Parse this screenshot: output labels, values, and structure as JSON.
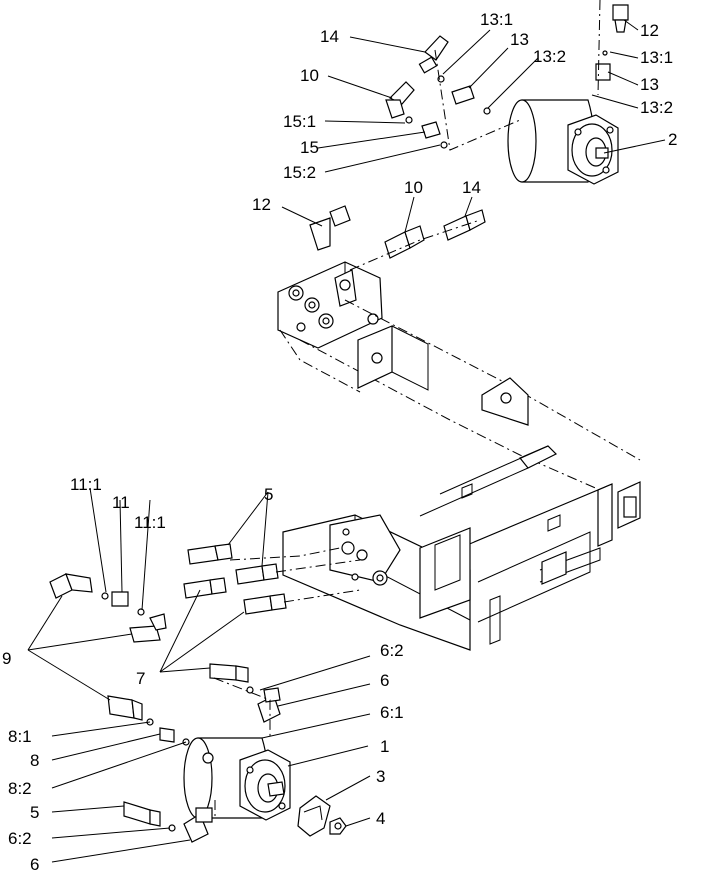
{
  "callouts": {
    "c14_top": "14",
    "c13_1_top": "13:1",
    "c13_top": "13",
    "c13_2_top": "13:2",
    "c12_right": "12",
    "c13_1_right": "13:1",
    "c13_right": "13",
    "c13_2_right": "13:2",
    "c2": "2",
    "c10_top": "10",
    "c15_1": "15:1",
    "c15": "15",
    "c15_2": "15:2",
    "c12_mid": "12",
    "c10_mid": "10",
    "c14_mid": "14",
    "c5_top": "5",
    "c11_1_left": "11:1",
    "c11": "11",
    "c11_1_right": "11:1",
    "c9": "9",
    "c7": "7",
    "c6_2_top": "6:2",
    "c6_top": "6",
    "c6_1": "6:1",
    "c1": "1",
    "c8_1": "8:1",
    "c8": "8",
    "c8_2": "8:2",
    "c3": "3",
    "c4": "4",
    "c5_bottom": "5",
    "c6_2_bottom": "6:2",
    "c6_bottom": "6"
  }
}
